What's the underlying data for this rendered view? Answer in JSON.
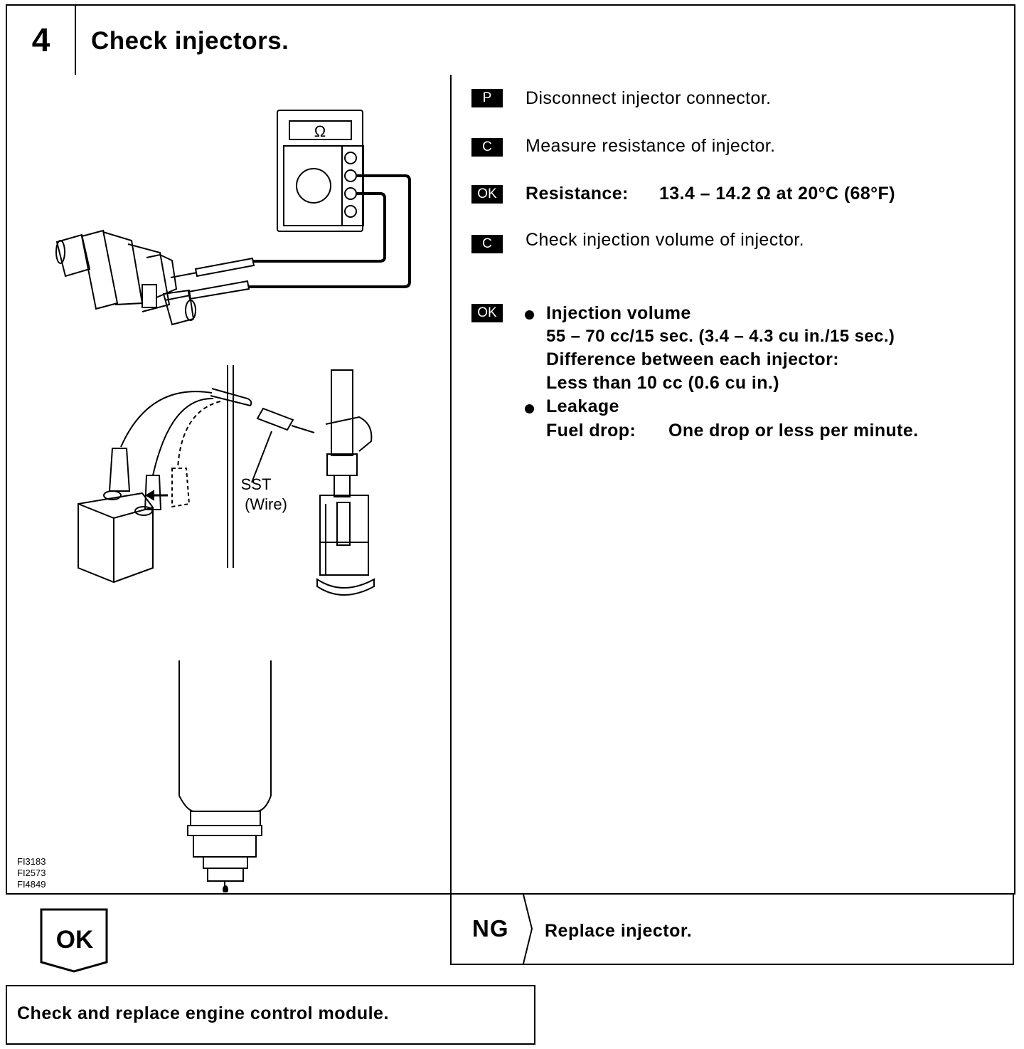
{
  "header": {
    "step_number": "4",
    "title": "Check injectors."
  },
  "figure": {
    "ohm_symbol": "Ω",
    "sst_label": "SST",
    "sst_sublabel": "(Wire)",
    "ids": [
      "FI3183",
      "FI2573",
      "FI4849"
    ]
  },
  "instructions": [
    {
      "badge": "P",
      "text": "Disconnect injector connector."
    },
    {
      "badge": "C",
      "text": "Measure resistance of injector."
    },
    {
      "badge": "OK",
      "label": "Resistance:",
      "value": "13.4 – 14.2 Ω at 20°C (68°F)"
    },
    {
      "badge": "C",
      "text": "Check injection volume of injector."
    }
  ],
  "spec": {
    "badge": "OK",
    "volume_title": "Injection volume",
    "volume_value": "55 – 70 cc/15 sec. (3.4 – 4.3 cu in./15 sec.)",
    "diff_label": "Difference between each injector:",
    "diff_value": "Less than 10 cc (0.6 cu in.)",
    "leak_title": "Leakage",
    "leak_label": "Fuel drop:",
    "leak_value": "One drop or less per minute."
  },
  "result_ok": {
    "label": "OK",
    "next": "Check and replace engine control module."
  },
  "result_ng": {
    "label": "NG",
    "action": "Replace injector."
  }
}
